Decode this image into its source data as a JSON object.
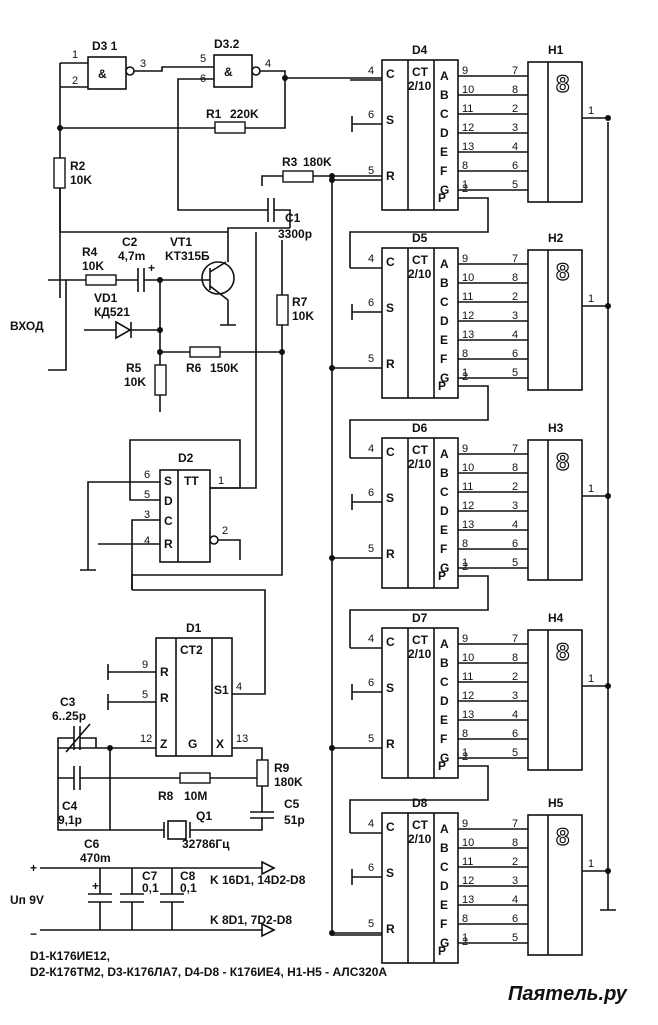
{
  "gates": {
    "d31": {
      "name": "D3 1",
      "sym": "&",
      "pins": [
        "1",
        "2",
        "3"
      ]
    },
    "d32": {
      "name": "D3.2",
      "sym": "&",
      "pins": [
        "5",
        "6",
        "4"
      ]
    }
  },
  "res": {
    "r1": {
      "name": "R1",
      "val": "220K"
    },
    "r2": {
      "name": "R2",
      "val": "10K"
    },
    "r3": {
      "name": "R3",
      "val": "180K"
    },
    "r4": {
      "name": "R4",
      "val": "10K"
    },
    "r5": {
      "name": "R5",
      "val": "10K"
    },
    "r6": {
      "name": "R6",
      "val": "150K"
    },
    "r7": {
      "name": "R7",
      "val": "10K"
    },
    "r8": {
      "name": "R8",
      "val": "10M"
    },
    "r9": {
      "name": "R9",
      "val": "180K"
    }
  },
  "caps": {
    "c1": {
      "name": "C1",
      "val": "3300p"
    },
    "c2": {
      "name": "C2",
      "val": "4,7m"
    },
    "c3": {
      "name": "C3",
      "val": "6..25p"
    },
    "c4": {
      "name": "C4",
      "val": "9,1p"
    },
    "c5": {
      "name": "C5",
      "val": "51p"
    },
    "c6": {
      "name": "C6",
      "val": "470m"
    },
    "c7": {
      "name": "C7",
      "val": "0,1"
    },
    "c8": {
      "name": "C8",
      "val": "0,1"
    }
  },
  "semis": {
    "vt1": {
      "name": "VT1",
      "type": "KT315Б"
    },
    "vd1": {
      "name": "VD1",
      "type": "КД521"
    },
    "q1": {
      "name": "Q1",
      "val": "32786Гц"
    }
  },
  "input_label": "ВХОД",
  "plus_sign": "+",
  "d2": {
    "name": "D2",
    "title": "TT",
    "left": [
      "S",
      "D",
      "C",
      "R"
    ],
    "left_pins": [
      "6",
      "5",
      "3",
      "4"
    ],
    "out1": "1",
    "out2": "2"
  },
  "d1": {
    "name": "D1",
    "title": "CT2",
    "r1": "R",
    "r2": "R",
    "z": "Z",
    "g": "G",
    "x": "X",
    "s1": "S1",
    "p9": "9",
    "p5": "5",
    "p12": "12",
    "p13": "13",
    "p4": "4"
  },
  "counter": {
    "title1": "CT",
    "title2": "2/10",
    "c": "C",
    "s": "S",
    "r": "R",
    "p": "P",
    "pin_c": "4",
    "pin_s": "6",
    "pin_r": "5",
    "pin_p": "2",
    "outs": [
      "A",
      "B",
      "C",
      "D",
      "E",
      "F",
      "G"
    ],
    "out_pins": [
      "9",
      "10",
      "11",
      "12",
      "13",
      "8",
      "1"
    ],
    "disp_pins": [
      "7",
      "8",
      "2",
      "3",
      "4",
      "6",
      "5"
    ],
    "disp_common": "1",
    "digit": "8",
    "names": [
      "D4",
      "D5",
      "D6",
      "D7",
      "D8"
    ],
    "disp_names": [
      "H1",
      "H2",
      "H3",
      "H4",
      "H5"
    ]
  },
  "power": {
    "label": "Uп 9V",
    "plus": "+",
    "minus": "−",
    "bus1": "K 16D1, 14D2-D8",
    "bus2": "K 8D1, 7D2-D8"
  },
  "parts_list": {
    "line1": "D1-К176ИЕ12,",
    "line2": "D2-К176ТМ2, D3-К176ЛА7, D4-D8 - К176ИЕ4, H1-H5 - АЛС320А"
  },
  "watermark": "Паяmeль.ру"
}
